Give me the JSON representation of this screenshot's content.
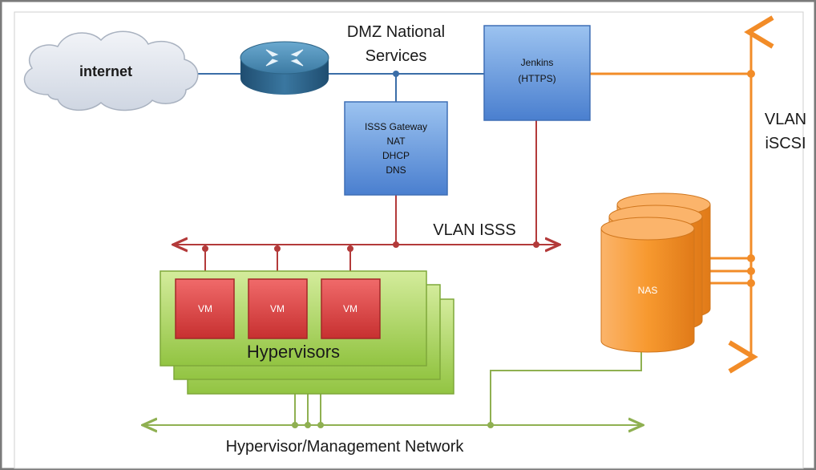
{
  "labels": {
    "internet": "internet",
    "dmz_line1": "DMZ National",
    "dmz_line2": "Services",
    "vlan_iscsi_line1": "VLAN",
    "vlan_iscsi_line2": "iSCSI",
    "vlan_isss": "VLAN ISSS",
    "hypervisors": "Hypervisors",
    "mgmt_network": "Hypervisor/Management Network"
  },
  "jenkins": {
    "line1": "Jenkins",
    "line2": "(HTTPS)"
  },
  "gateway": {
    "lines": [
      "ISSS Gateway",
      "NAT",
      "DHCP",
      "DNS"
    ]
  },
  "vms": [
    "VM",
    "VM",
    "VM"
  ],
  "nas": {
    "label": "NAS"
  },
  "colors": {
    "wan_link": "#3b6ea8",
    "vlan_isss": "#b33a3a",
    "vlan_iscsi": "#f28c28",
    "mgmt": "#8fb051",
    "server_box": "#5b8fd6",
    "vm_box": "#e04545",
    "hypervisor": "#a9d45a",
    "nas": "#f79a3c",
    "cloud": "#e1e6ee",
    "router": "#3d7fa6"
  }
}
